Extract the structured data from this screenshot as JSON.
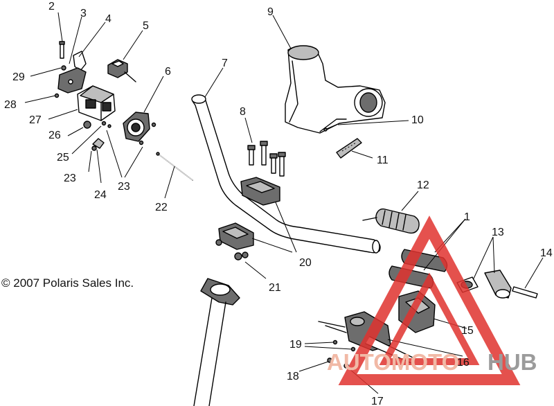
{
  "copyright": "© 2007 Polaris Sales Inc.",
  "callouts": [
    {
      "id": "2",
      "label": "2"
    },
    {
      "id": "3",
      "label": "3"
    },
    {
      "id": "4",
      "label": "4"
    },
    {
      "id": "5",
      "label": "5"
    },
    {
      "id": "6",
      "label": "6"
    },
    {
      "id": "7",
      "label": "7"
    },
    {
      "id": "8",
      "label": "8"
    },
    {
      "id": "9",
      "label": "9"
    },
    {
      "id": "10",
      "label": "10"
    },
    {
      "id": "11",
      "label": "11"
    },
    {
      "id": "12",
      "label": "12"
    },
    {
      "id": "1",
      "label": "1"
    },
    {
      "id": "13",
      "label": "13"
    },
    {
      "id": "14",
      "label": "14"
    },
    {
      "id": "15",
      "label": "15"
    },
    {
      "id": "16",
      "label": "16"
    },
    {
      "id": "17",
      "label": "17"
    },
    {
      "id": "18",
      "label": "18"
    },
    {
      "id": "19",
      "label": "19"
    },
    {
      "id": "20",
      "label": "20"
    },
    {
      "id": "21",
      "label": "21"
    },
    {
      "id": "22",
      "label": "22"
    },
    {
      "id": "23a",
      "label": "23"
    },
    {
      "id": "23b",
      "label": "23"
    },
    {
      "id": "24",
      "label": "24"
    },
    {
      "id": "25",
      "label": "25"
    },
    {
      "id": "26",
      "label": "26"
    },
    {
      "id": "27",
      "label": "27"
    },
    {
      "id": "28",
      "label": "28"
    },
    {
      "id": "29",
      "label": "29"
    }
  ],
  "watermark": {
    "part1": "AUTOMOTO",
    "part2": "HUB",
    "color_triangle": "#e0332f",
    "color_part1": "#f1b9a6",
    "color_part2": "#9b9b9b"
  }
}
